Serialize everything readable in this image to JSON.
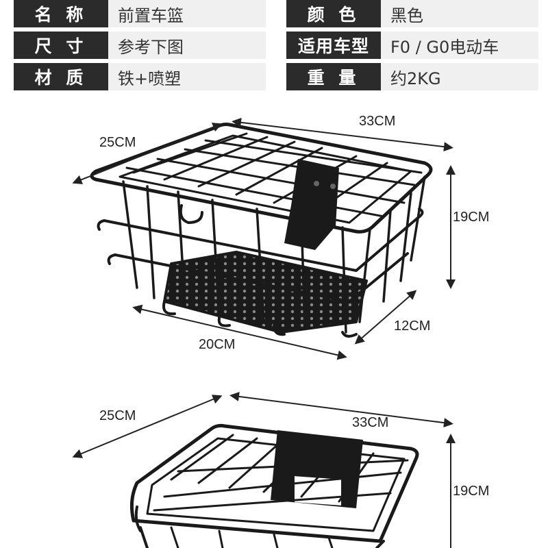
{
  "specs": {
    "left": [
      {
        "label": "名 称",
        "value": "前置车篮"
      },
      {
        "label": "尺 寸",
        "value": "参考下图"
      },
      {
        "label": "材 质",
        "value": "铁+喷塑"
      }
    ],
    "right": [
      {
        "label": "颜 色",
        "value": "黑色"
      },
      {
        "label": "适用车型",
        "value": "F0 / G0电动车"
      },
      {
        "label": "重 量",
        "value": "约2KG"
      }
    ]
  },
  "dimensions_top": {
    "width": "33CM",
    "depth": "25CM",
    "height": "19CM",
    "bottom_depth": "12CM",
    "bottom_width": "20CM"
  },
  "dimensions_bottom": {
    "depth": "25CM",
    "width": "33CM",
    "height": "19CM"
  },
  "colors": {
    "label_bg": "#2b2b2b",
    "value_bg": "#f0f0f0",
    "basket": "#1a1a1a"
  }
}
